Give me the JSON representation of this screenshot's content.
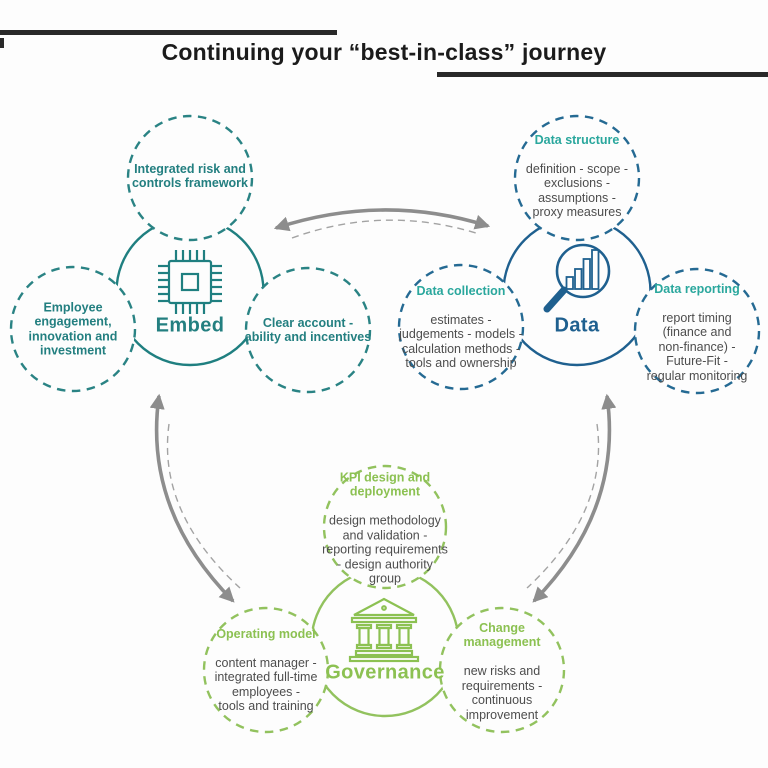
{
  "title": "Continuing your “best-in-class” journey",
  "colors": {
    "embed_teal": "#1f7f80",
    "data_blue": "#1f608f",
    "data_heading_teal": "#2aa79d",
    "governance_green": "#8cc152",
    "body_text_gray": "#4d4d4d",
    "arrow_gray": "#8d8d8d",
    "title_black": "#1b1b1b"
  },
  "clusters": {
    "embed": {
      "label": "Embed",
      "icon": "microchip-icon",
      "satellites": {
        "top": {
          "heading": "Integrated risk and\ncontrols framework"
        },
        "left": {
          "heading": "Employee\nengagement,\ninnovation and\ninvestment"
        },
        "right": {
          "heading": "Clear account -\nability and incentives"
        }
      }
    },
    "data": {
      "label": "Data",
      "icon": "magnifier-bar-chart-icon",
      "satellites": {
        "top": {
          "heading": "Data structure",
          "body": "definition - scope -\nexclusions -\nassumptions -\nproxy measures"
        },
        "left": {
          "heading": "Data collection",
          "body": "estimates -\njudgements - models -\ncalculation methods -\ntools and ownership"
        },
        "right": {
          "heading": "Data reporting",
          "body": "report timing\n(finance and\nnon-finance) -\nFuture-Fit -\nregular monitoring"
        }
      }
    },
    "governance": {
      "label": "Governance",
      "icon": "bank-building-icon",
      "satellites": {
        "top": {
          "heading": "KPI design and\ndeployment",
          "body": "design methodology\nand validation -\nreporting requirements\n- design authority\ngroup"
        },
        "left": {
          "heading": "Operating model",
          "body": "content manager -\nintegrated full-time\nemployees -\ntools and training"
        },
        "right": {
          "heading": "Change\nmanagement",
          "body": "new risks and\nrequirements -\ncontinuous\nimprovement"
        }
      }
    }
  }
}
